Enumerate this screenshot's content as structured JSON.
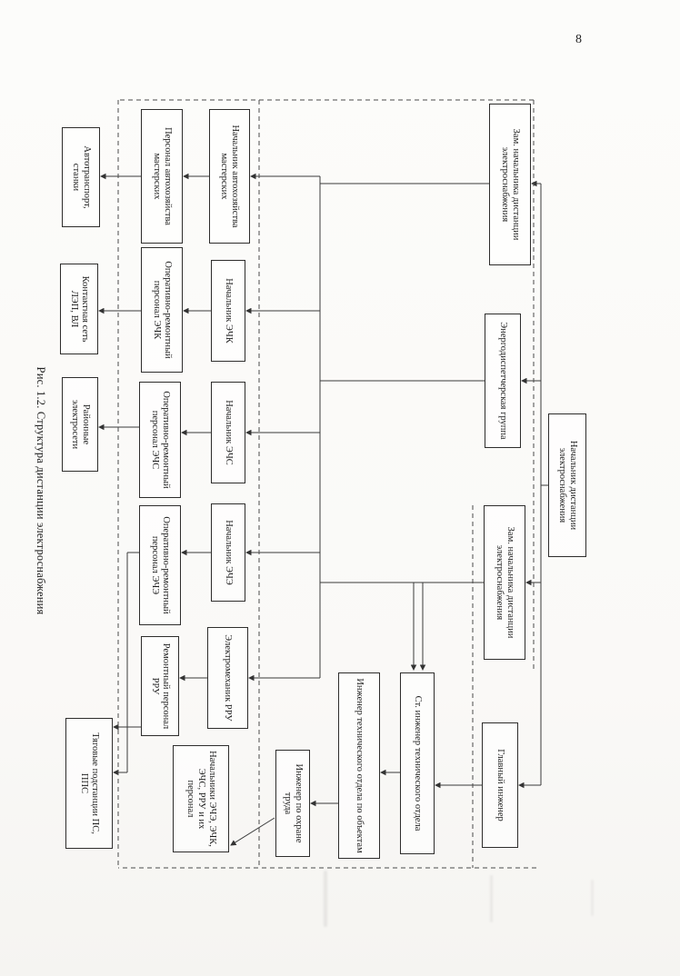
{
  "page": {
    "number": "8",
    "caption": "Рис. 1.2. Структура дистанции электроснабжения"
  },
  "nodes": {
    "root": "Начальник дистанции электроснабжения",
    "deputy1": "Зам. начальника дистанции электроснабжения",
    "dispatch_group": "Энергодиспетчерская группа",
    "deputy2": "Зам. начальника дистанции электроснабжения",
    "chief_engineer": "Главный инженер",
    "head_auto": "Начальник автохозяйства мастерских",
    "head_echk": "Начальник ЭЧК",
    "head_echs": "Начальник ЭЧС",
    "head_eche": "Начальник ЭЧЭ",
    "electromech_rru": "Электромеханик РРУ",
    "staff_auto": "Персонал автохозяйства мастерских",
    "staff_echk": "Оперативно-ремонтный персонал ЭЧК",
    "staff_echs": "Оперативно-ремонтный персонал ЭЧС",
    "staff_eche": "Оперативно-ремонтный персонал ЭЧЭ",
    "staff_rru": "Ремонтный персонал РРУ",
    "fac_auto": "Автотранспорт, станки",
    "fac_contact": "Контактная сеть ЛЭП, ВЛ",
    "fac_regional": "Районные электросети",
    "fac_traction": "Тяговые подстанции ПС, ППС",
    "heads_group": "Начальники ЭЧЭ, ЭЧК, ЭЧС, РРУ и их персонал",
    "safety_engineer": "Инженер по охране труда",
    "tech_engineer_objects": "Инженер технического отдела по объектам",
    "senior_tech_engineer": "Ст. инженер технического отдела"
  },
  "edges": {
    "bus_top": {
      "source": "root",
      "targets": [
        "deputy1",
        "dispatch_group",
        "deputy2",
        "chief_engineer"
      ]
    },
    "bus_mid": {
      "sources": [
        "deputy1",
        "dispatch_group",
        "deputy2"
      ],
      "targets": [
        "head_auto",
        "head_echk",
        "head_echs",
        "head_eche",
        "electromech_rru"
      ]
    },
    "pairs": [
      {
        "from": "head_auto",
        "to": "staff_auto"
      },
      {
        "from": "head_echk",
        "to": "staff_echk"
      },
      {
        "from": "head_echs",
        "to": "staff_echs"
      },
      {
        "from": "head_eche",
        "to": "staff_eche"
      },
      {
        "from": "electromech_rru",
        "to": "staff_rru"
      },
      {
        "from": "staff_auto",
        "to": "fac_auto"
      },
      {
        "from": "staff_echk",
        "to": "fac_contact"
      },
      {
        "from": "staff_echs",
        "to": "fac_regional"
      },
      {
        "from": "staff_eche",
        "to": "fac_traction"
      },
      {
        "from": "staff_rru",
        "to": "fac_traction"
      },
      {
        "from": "chief_engineer",
        "to": "senior_tech_engineer"
      },
      {
        "from": "deputy2",
        "to": "senior_tech_engineer",
        "style": "double"
      },
      {
        "from": "senior_tech_engineer",
        "to": "tech_engineer_objects"
      },
      {
        "from": "tech_engineer_objects",
        "to": "safety_engineer"
      },
      {
        "from": "safety_engineer",
        "to": "heads_group"
      }
    ]
  }
}
